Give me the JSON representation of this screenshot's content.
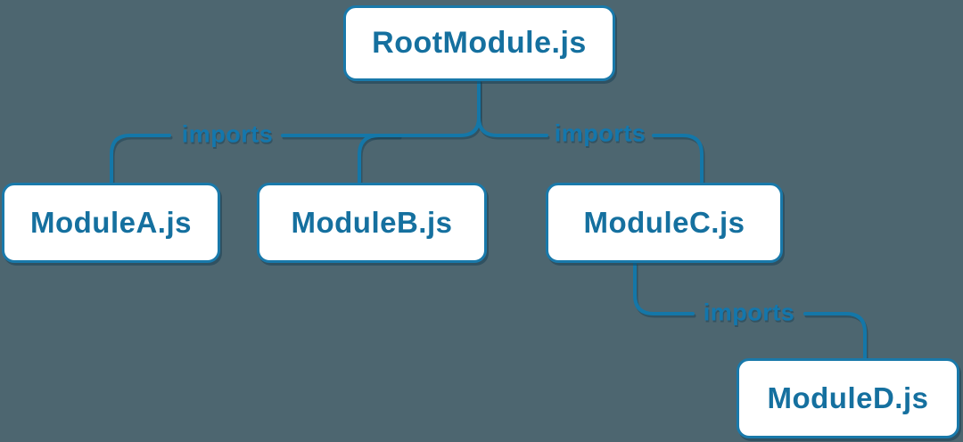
{
  "diagram": {
    "type": "module-import-tree",
    "nodes": {
      "root": {
        "label": "RootModule.js"
      },
      "moduleA": {
        "label": "ModuleA.js"
      },
      "moduleB": {
        "label": "ModuleB.js"
      },
      "moduleC": {
        "label": "ModuleC.js"
      },
      "moduleD": {
        "label": "ModuleD.js"
      }
    },
    "edges": [
      {
        "from": "RootModule.js",
        "to": "ModuleA.js",
        "label": "imports"
      },
      {
        "from": "RootModule.js",
        "to": "ModuleB.js",
        "label": ""
      },
      {
        "from": "RootModule.js",
        "to": "ModuleC.js",
        "label": "imports"
      },
      {
        "from": "ModuleC.js",
        "to": "ModuleD.js",
        "label": "imports"
      }
    ],
    "colors": {
      "background": "#4d6670",
      "line": "#1477a8",
      "box_border": "#1979aa",
      "box_fill": "#ffffff",
      "box_text": "#15709f",
      "edge_label_text": "#1377ad"
    }
  }
}
